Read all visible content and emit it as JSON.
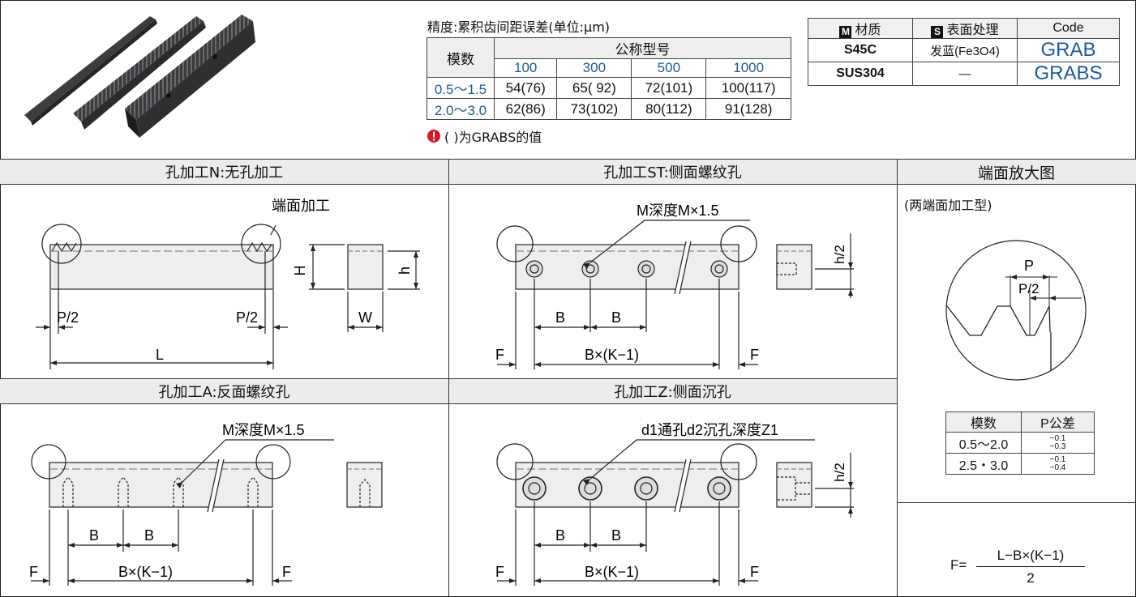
{
  "accuracy": {
    "title": "精度:累积齿间距误差(单位:μm)",
    "module_header": "模数",
    "nominal_header": "公称型号",
    "nominal_values": [
      "100",
      "300",
      "500",
      "1000"
    ],
    "rows": [
      {
        "module": "0.5〜1.5",
        "values": [
          "54(76)",
          "65( 92)",
          "72(101)",
          "100(117)"
        ]
      },
      {
        "module": "2.0〜3.0",
        "values": [
          "62(86)",
          "73(102)",
          "80(112)",
          "91(128)"
        ]
      }
    ],
    "note": "( )为GRABS的值"
  },
  "material": {
    "material_badge": "M",
    "material_header": "材质",
    "surface_badge": "S",
    "surface_header": "表面处理",
    "code_header": "Code",
    "rows": [
      {
        "material": "S45C",
        "surface": "发蓝(Fe3O4)",
        "code": "GRAB"
      },
      {
        "material": "SUS304",
        "surface": "—",
        "code": "GRABS"
      }
    ]
  },
  "sections": {
    "n": "孔加工N:无孔加工",
    "st": "孔加工ST:侧面螺纹孔",
    "a": "孔加工A:反面螺纹孔",
    "z": "孔加工Z:侧面沉孔",
    "end": "端面放大图"
  },
  "labels": {
    "end_machining": "端面加工",
    "p_half": "P/2",
    "l": "L",
    "h_upper": "H",
    "h_lower": "h",
    "w": "W",
    "m_depth": "M深度M×1.5",
    "b": "B",
    "f": "F",
    "bk": "B×(K−1)",
    "h_half": "h/2",
    "z_callout": "d1通孔d2沉孔深度Z1",
    "both_end": "(两端面加工型)",
    "p": "P",
    "f_formula_lhs": "F=",
    "f_formula_num": "L−B×(K−1)",
    "f_formula_den": "2"
  },
  "p_tolerance": {
    "module_header": "模数",
    "tol_header": "P公差",
    "rows": [
      {
        "module": "0.5〜2.0",
        "upper": "−0.1",
        "lower": "−0.3"
      },
      {
        "module": "2.5・3.0",
        "upper": "−0.1",
        "lower": "−0.4"
      }
    ]
  },
  "colors": {
    "code_blue": "#1f5a96",
    "note_red": "#d11a2a",
    "section_bg": "#ececec",
    "rack_dark": "#3a3a3c"
  }
}
